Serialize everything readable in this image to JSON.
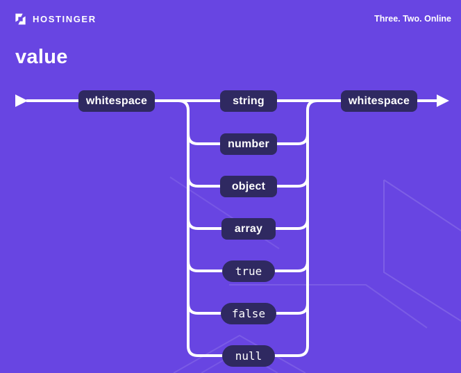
{
  "header": {
    "brand": "HOSTINGER",
    "tagline": "Three. Two. Online"
  },
  "page_title": "value",
  "diagram": {
    "type": "railroad-diagram",
    "rule_name": "value",
    "main_path": [
      {
        "label": "whitespace",
        "kind": "nonterminal"
      },
      {
        "label": "string",
        "kind": "nonterminal"
      },
      {
        "label": "whitespace",
        "kind": "nonterminal"
      }
    ],
    "alternatives": [
      {
        "label": "number",
        "kind": "nonterminal"
      },
      {
        "label": "object",
        "kind": "nonterminal"
      },
      {
        "label": "array",
        "kind": "nonterminal"
      },
      {
        "label": "true",
        "kind": "terminal"
      },
      {
        "label": "false",
        "kind": "terminal"
      },
      {
        "label": "null",
        "kind": "terminal"
      }
    ],
    "colors": {
      "background": "#6845e2",
      "node_fill": "#2f2961",
      "rail": "#ffffff",
      "text": "#ffffff"
    }
  }
}
